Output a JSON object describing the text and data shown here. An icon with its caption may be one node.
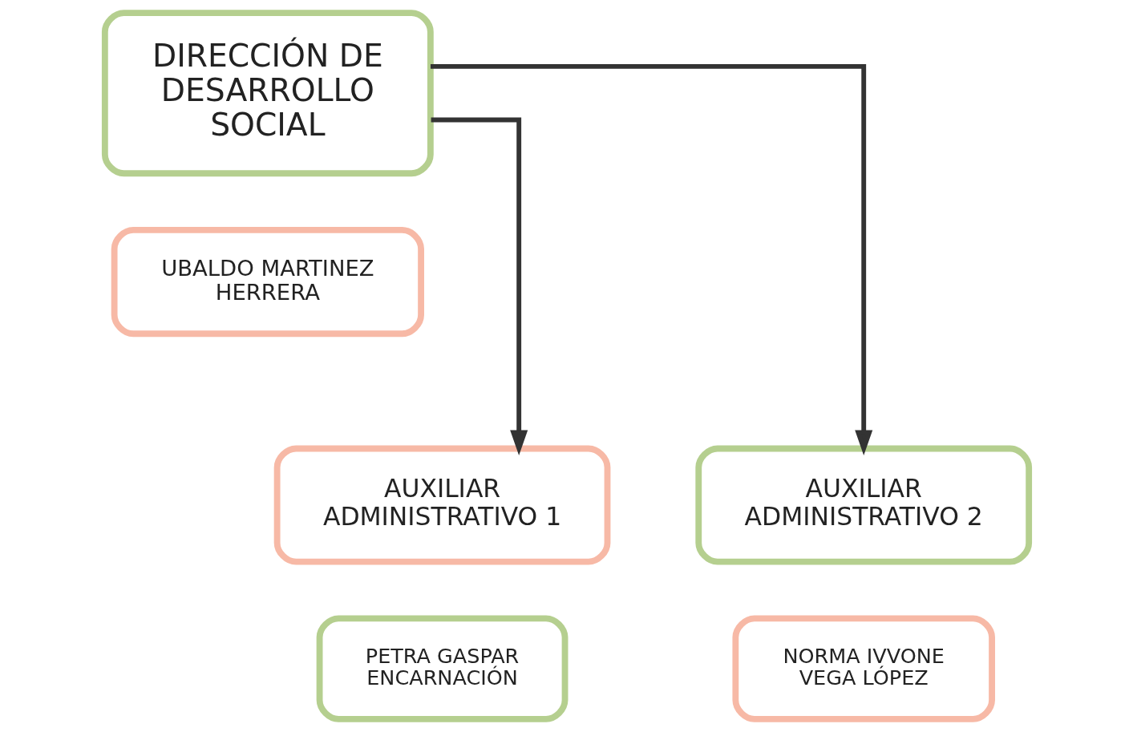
{
  "diagram": {
    "nodes": [
      {
        "text": [
          "DIRECCIÓN DE DESARROLLO SOCIAL"
        ]
      },
      {
        "text": [
          "UBALDO MARTINEZ HERRERA"
        ]
      },
      {
        "text": [
          "AUXILIAR ADMINISTRATIVO 1"
        ]
      },
      {
        "text": [
          "PETRA GASPAR ENCARNACIÓN"
        ]
      },
      {
        "text": [
          "AUXILIAR ADMINISTRATIVO 2"
        ]
      },
      {
        "text": [
          "NORMA IVVONE VEGA LÓPEZ"
        ]
      }
    ],
    "edges": [
      {
        "from": 0,
        "to": 2,
        "arrow": "to"
      },
      {
        "from": 0,
        "to": 4,
        "arrow": "to"
      }
    ]
  }
}
